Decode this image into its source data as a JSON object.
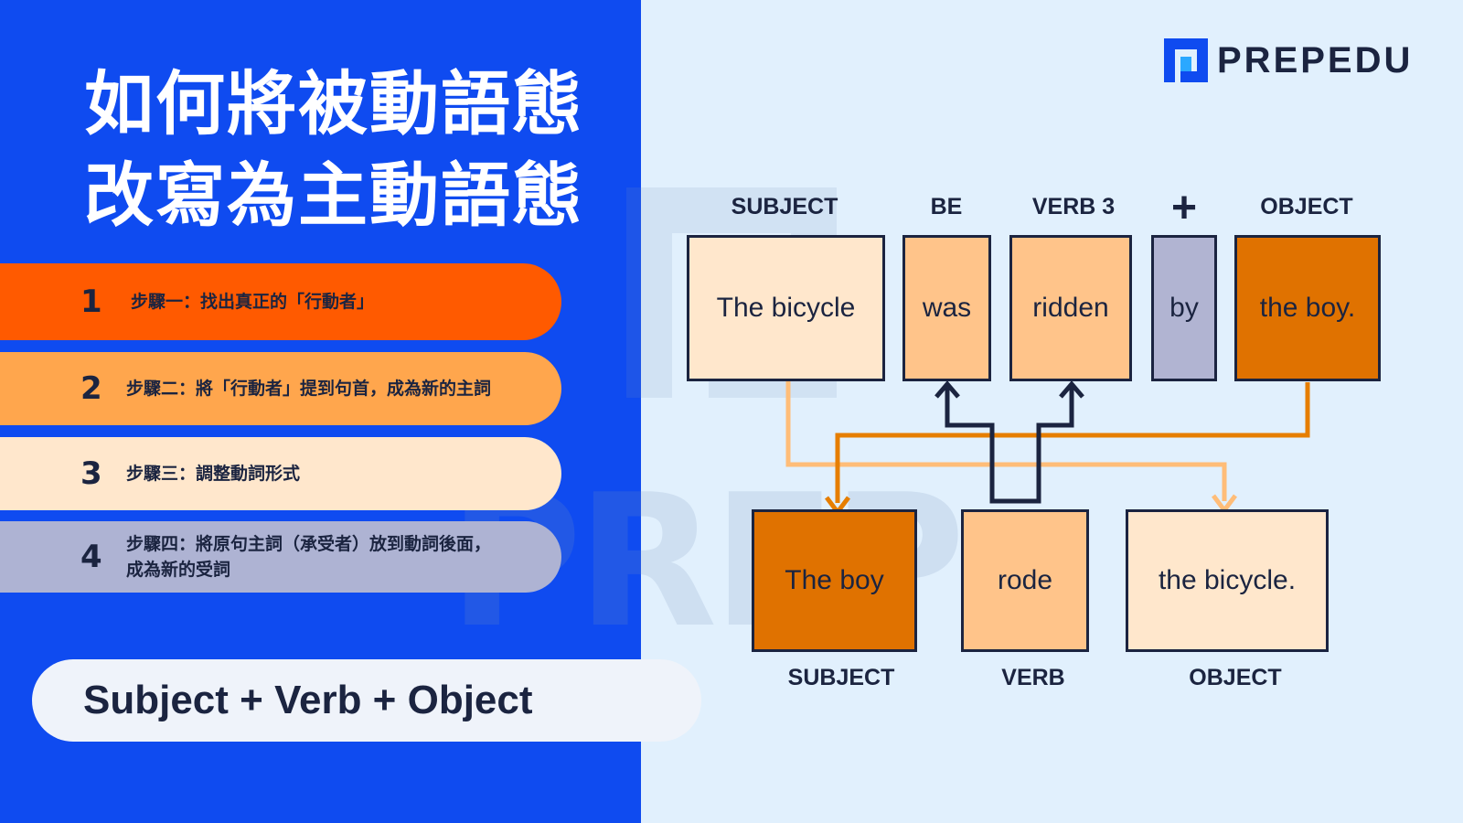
{
  "title": {
    "line1": "如何將被動語態",
    "line2": "改寫為主動語態"
  },
  "steps": [
    {
      "number": "1",
      "text": "步驟一：找出真正的「行動者」",
      "color": "#ff5a00"
    },
    {
      "number": "2",
      "text": "步驟二：將「行動者」提到句首，成為新的主詞",
      "color": "#ffa64d"
    },
    {
      "number": "3",
      "text": "步驟三：調整動詞形式",
      "color": "#ffe7cc"
    },
    {
      "number": "4",
      "text": "步驟四：將原句主詞（承受者）放到動詞後面，成為新的受詞",
      "color": "#aeb3d3"
    }
  ],
  "formula": "Subject + Verb + Object",
  "logo": {
    "word": "PREPEDU",
    "icon": "prepedu-logo-icon"
  },
  "watermark": "PREP",
  "passive": {
    "labels": {
      "subject": "SUBJECT",
      "be": "BE",
      "verb3": "VERB 3",
      "plus": "+",
      "object": "OBJECT"
    },
    "boxes": {
      "subject": "The bicycle",
      "be": "was",
      "verb": "ridden",
      "by": "by",
      "object": "the boy."
    }
  },
  "active": {
    "labels": {
      "subject": "SUBJECT",
      "verb": "VERB",
      "object": "OBJECT"
    },
    "boxes": {
      "subject": "The boy",
      "verb": "rode",
      "object": "the bicycle."
    }
  },
  "colors": {
    "left_background": "#0f4bf0",
    "right_background": "#e1f0fd",
    "dark_orange": "#e07200",
    "light_peach": "#ffe7cc",
    "medium_peach": "#ffc48a",
    "lavender": "#b1b4d2",
    "navy": "#1b2440",
    "arrow_dark_orange": "#e67e00",
    "arrow_light_orange": "#ffbd78"
  }
}
